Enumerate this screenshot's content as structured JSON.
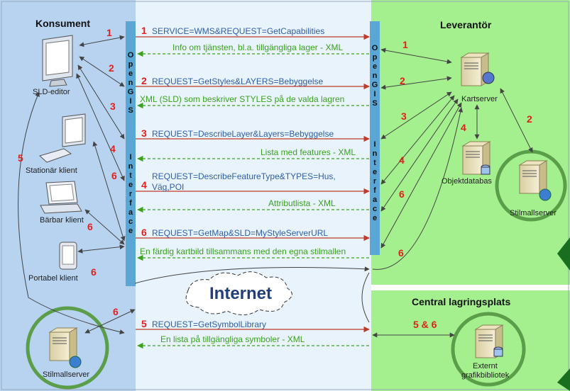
{
  "consumer": {
    "title": "Konsument",
    "nodes": {
      "sld_editor": "SLD-editor",
      "stationary": "Stationär klient",
      "laptop": "Bärbar klient",
      "portable": "Portabel klient",
      "style_server": "Stilmallserver"
    }
  },
  "provider": {
    "title": "Leverantör",
    "nodes": {
      "map_server": "Kartserver",
      "object_db": "Objektdatabas",
      "style_server": "Stilmallserver"
    }
  },
  "central": {
    "title": "Central lagringsplats",
    "library": "Externt grafikbibliotek",
    "library_line1": "Externt",
    "library_line2": "grafikbibliotek",
    "step": "5 & 6"
  },
  "interface_left": {
    "top": [
      "O",
      "p",
      "e",
      "n",
      "G",
      "I",
      "S"
    ],
    "bottom": [
      "I",
      "n",
      "t",
      "e",
      "r",
      "f",
      "a",
      "c",
      "e"
    ]
  },
  "interface_right": {
    "top": [
      "O",
      "p",
      "e",
      "n",
      "G",
      "I",
      "S"
    ],
    "bottom": [
      "I",
      "n",
      "t",
      "e",
      "r",
      "f",
      "a",
      "c",
      "e"
    ]
  },
  "internet_label": "Internet",
  "messages": [
    {
      "step": "1",
      "request": "SERVICE=WMS&REQUEST=GetCapabilities",
      "response": "Info om tjänsten, bl.a. tillgängliga lager - XML"
    },
    {
      "step": "2",
      "request": "REQUEST=GetStyles&LAYERS=Bebyggelse",
      "response": "XML (SLD) som beskriver STYLES på de valda lagren"
    },
    {
      "step": "3",
      "request": "REQUEST=DescribeLayer&Layers=Bebyggelse",
      "response": "Lista med features - XML"
    },
    {
      "step": "4",
      "request_line1": "REQUEST=DescribeFeatureType&TYPES=Hus,",
      "request_line2": "Väg,POI",
      "response": "Attributlista - XML"
    },
    {
      "step": "6",
      "request": "REQUEST=GetMap&SLD=MyStyleServerURL",
      "response": "En färdig kartbild tillsammans med den egna stilmallen"
    },
    {
      "step": "5",
      "request": "REQUEST=GetSymbolLibrary",
      "response": "En lista på tillgängliga symboler - XML"
    }
  ],
  "left_numbers": [
    "1",
    "2",
    "3",
    "4",
    "5",
    "6",
    "6",
    "6",
    "6"
  ],
  "right_numbers": [
    "1",
    "2",
    "3",
    "4",
    "4",
    "6",
    "6",
    "2"
  ],
  "colors": {
    "consumer_bg": "#b7d3f0",
    "provider_bg": "#a4f08e",
    "middle_bg": "#e8f3fb",
    "interface_bar": "#5aa7d6",
    "request_text": "#2f5fa8",
    "response_text": "#3aa21e",
    "step_number": "#e0201b",
    "highlight_ring": "#5b9e4a"
  }
}
